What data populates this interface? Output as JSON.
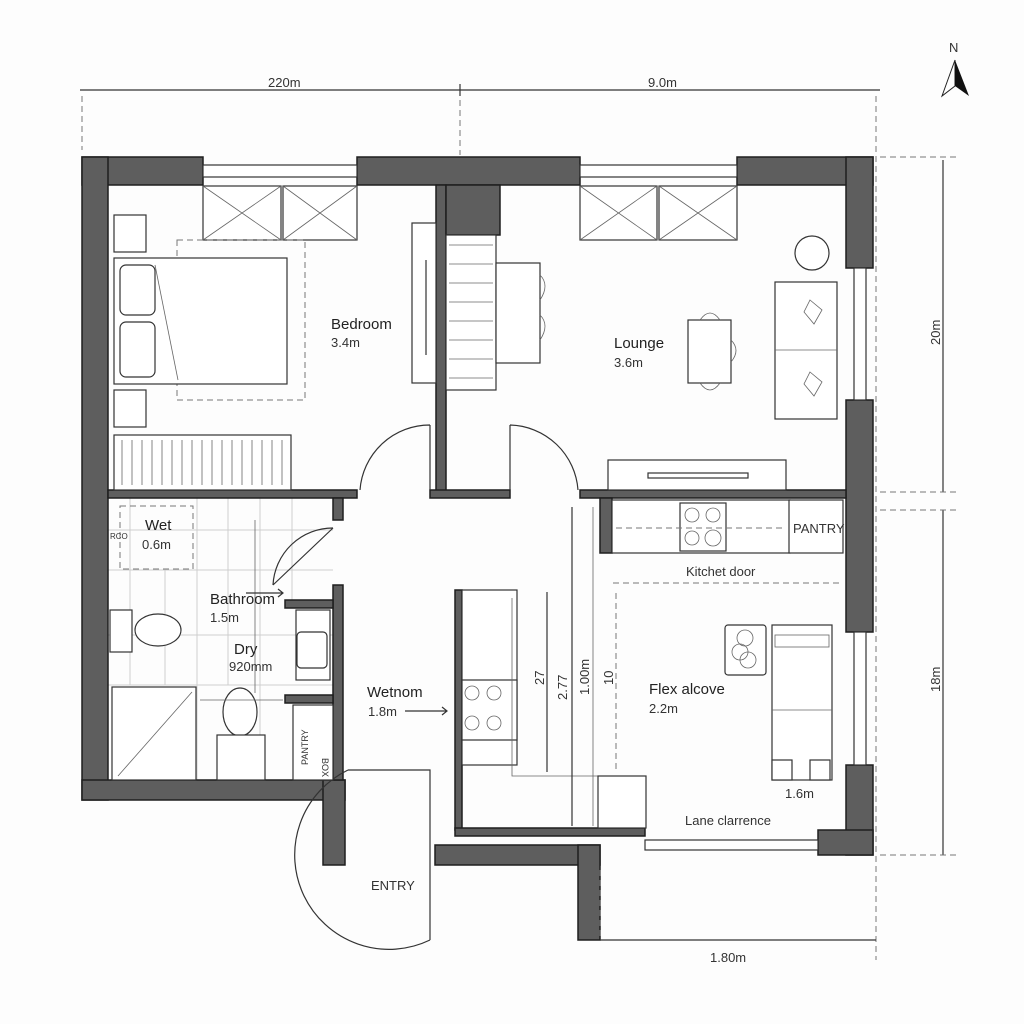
{
  "compass": {
    "label": "N"
  },
  "dimensions": {
    "top_left": "220m",
    "top_right": "9.0m",
    "right_upper": "20m",
    "right_lower": "18m",
    "bottom": "1.80m",
    "hall_a": "27",
    "hall_b": "2.77",
    "hall_c": "1.00m",
    "hall_d": "10",
    "flex_bed": "1.6m"
  },
  "rooms": {
    "bedroom": {
      "name": "Bedroom",
      "size": "3.4m"
    },
    "lounge": {
      "name": "Lounge",
      "size": "3.6m"
    },
    "wet": {
      "name": "Wet",
      "size": "0.6m",
      "tag": "RCO"
    },
    "bathroom": {
      "name": "Bathroom",
      "size": "1.5m"
    },
    "dry": {
      "name": "Dry",
      "size": "920mm"
    },
    "wetnom": {
      "name": "Wetnom",
      "size": "1.8m"
    },
    "flex": {
      "name": "Flex alcove",
      "size": "2.2m"
    },
    "pantry": {
      "name": "PANTRY"
    },
    "pantry_box": {
      "line1": "PANTRY",
      "line2": "BOX"
    },
    "kitchen_door": {
      "name": "Kitchet door"
    },
    "lane": {
      "name": "Lane clarrence"
    },
    "entry": {
      "name": "ENTRY"
    }
  },
  "colors": {
    "wall": "#5e5e5e",
    "line": "#333333",
    "background": "#fdfdfd"
  }
}
